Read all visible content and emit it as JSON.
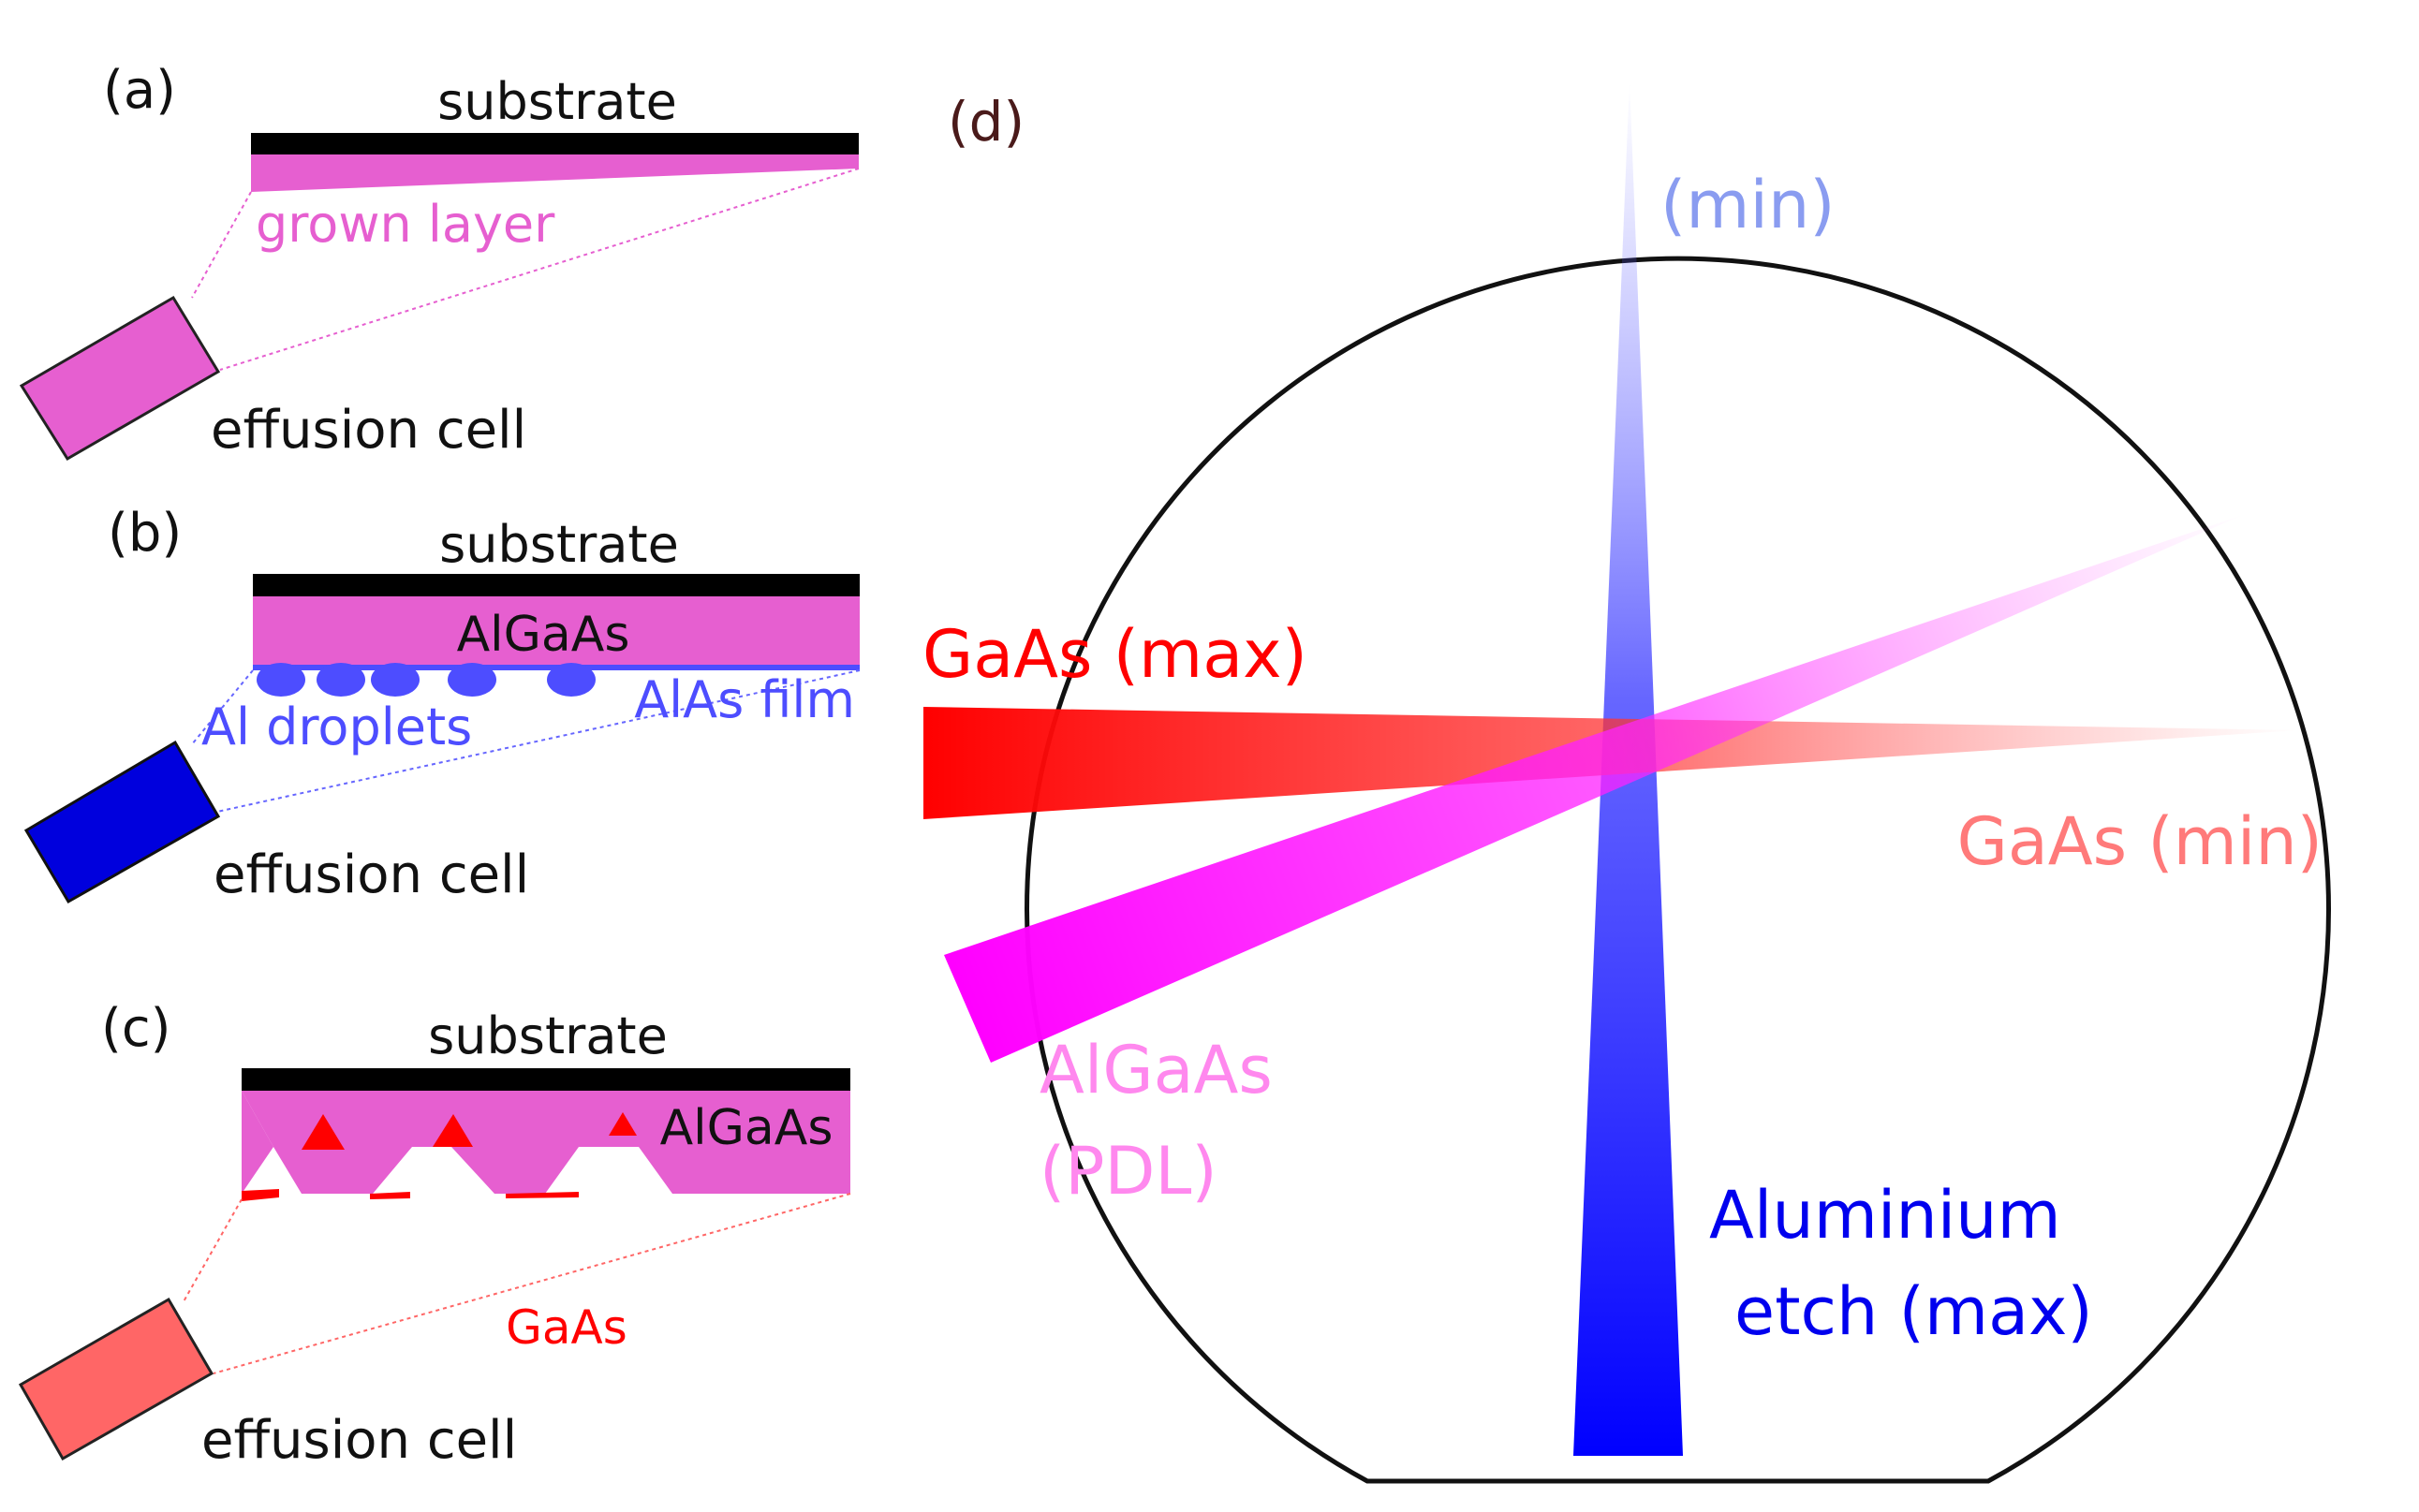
{
  "panel_a": {
    "label": "(a)",
    "substrate": "substrate",
    "layer": "grown layer",
    "cell": "effusion cell"
  },
  "panel_b": {
    "label": "(b)",
    "substrate": "substrate",
    "layer": "AlGaAs",
    "droplets": "Al droplets",
    "film": "AlAs film",
    "cell": "effusion cell"
  },
  "panel_c": {
    "label": "(c)",
    "substrate": "substrate",
    "layer": "AlGaAs",
    "source": "GaAs",
    "cell": "effusion cell"
  },
  "panel_d": {
    "label": "(d)",
    "al_min": "(min)",
    "gaas_max": "GaAs (max)",
    "gaas_min": "GaAs (min)",
    "algaas_line1": "AlGaAs",
    "algaas_line2": "(PDL)",
    "al_etch_line1": "Aluminium",
    "al_etch_line2": "etch (max)"
  },
  "colors": {
    "pink": "#e65fd0",
    "magenta": "#ff00ff",
    "blue": "#0000dd",
    "red": "#ff0000",
    "salmon": "#ff6666",
    "dark_label": "#4a1a1a"
  }
}
